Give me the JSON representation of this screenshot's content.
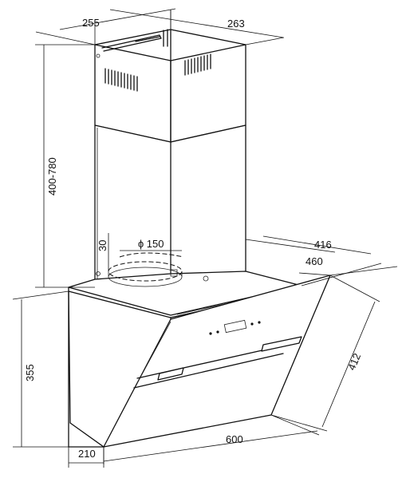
{
  "dimensions": {
    "chimney_width": "255",
    "chimney_depth": "263",
    "chimney_height": "400-780",
    "outlet_offset": "30",
    "outlet_diameter": "ɸ 150",
    "hood_depth_top": "416",
    "hood_depth": "460",
    "hood_height": "355",
    "glass_height": "412",
    "hood_width": "600",
    "base_depth": "210"
  },
  "colors": {
    "line": "#111111",
    "background": "#ffffff"
  }
}
